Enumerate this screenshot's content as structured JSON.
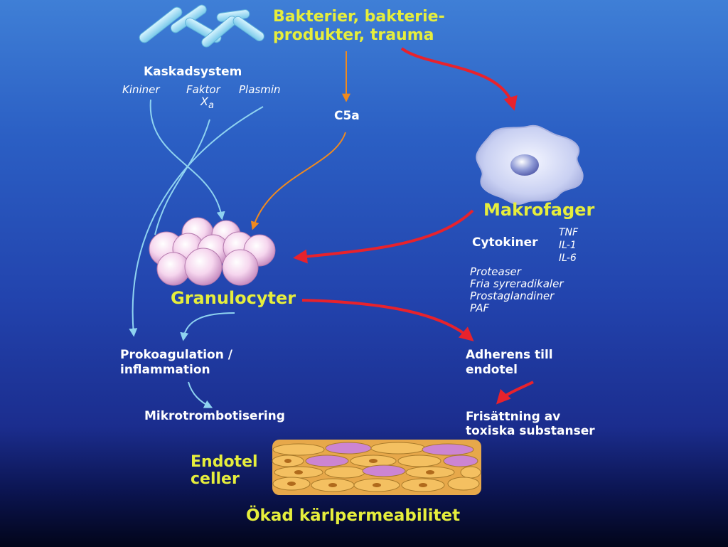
{
  "colors": {
    "red_arrow": "#e8222c",
    "orange_arrow": "#f08a1e",
    "cyan_arrow": "#8fd3f0",
    "yellow_text": "#e6ee3c",
    "bacteria": "#9fe0f4",
    "granulocyte": "#f3cbe8",
    "endothelial_orange": "#f4c061",
    "endothelial_pink": "#cc85d2"
  },
  "labels": {
    "bacteria_line1": "Bakterier, bakterie-",
    "bacteria_line2": "produkter, trauma",
    "cascade_title": "Kaskadsystem",
    "kininer": "Kininer",
    "faktor": "Faktor",
    "xa_x": "X",
    "xa_sub": "a",
    "plasmin": "Plasmin",
    "c5a": "C5a",
    "makrofager": "Makrofager",
    "cytokiner": "Cytokiner",
    "tnf": "TNF",
    "il1": "IL-1",
    "il6": "IL-6",
    "proteaser": "Proteaser",
    "fria": "Fria syreradikaler",
    "prostaglandiner": "Prostaglandiner",
    "paf": "PAF",
    "granulocyter": "Granulocyter",
    "prokoag_line1": "Prokoagulation /",
    "prokoag_line2": "inflammation",
    "mikro": "Mikrotrombotisering",
    "adherens_line1": "Adherens till",
    "adherens_line2": "endotel",
    "fris_line1": "Frisättning av",
    "fris_line2": "toxiska substanser",
    "endotel_line1": "Endotel",
    "endotel_line2": "celler",
    "okad": "Ökad kärlpermeabilitet"
  }
}
